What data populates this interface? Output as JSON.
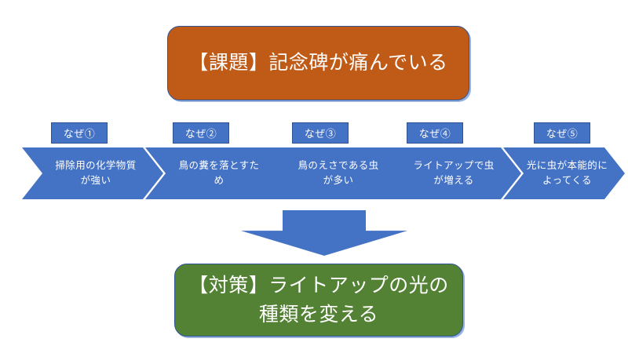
{
  "diagram": {
    "title_box": {
      "label": "【課題】記念碑が痛んでいる",
      "color": "#C05A17"
    },
    "why_chain": {
      "tags": [
        {
          "label": "なぜ①"
        },
        {
          "label": "なぜ②"
        },
        {
          "label": "なぜ③"
        },
        {
          "label": "なぜ④"
        },
        {
          "label": "なぜ⑤"
        }
      ],
      "steps": [
        {
          "label": "掃除用の化学物質が強い"
        },
        {
          "label": "鳥の糞を落とすため"
        },
        {
          "label": "鳥のえさである虫が多い"
        },
        {
          "label": "ライトアップで虫が増える"
        },
        {
          "label": "光に虫が本能的によってくる"
        }
      ],
      "color": "#4472C4"
    },
    "connector": {
      "name": "down-arrow",
      "color": "#4472C4"
    },
    "solution_box": {
      "label": "【対策】ライトアップの光の種類を変える",
      "color": "#548235"
    }
  }
}
